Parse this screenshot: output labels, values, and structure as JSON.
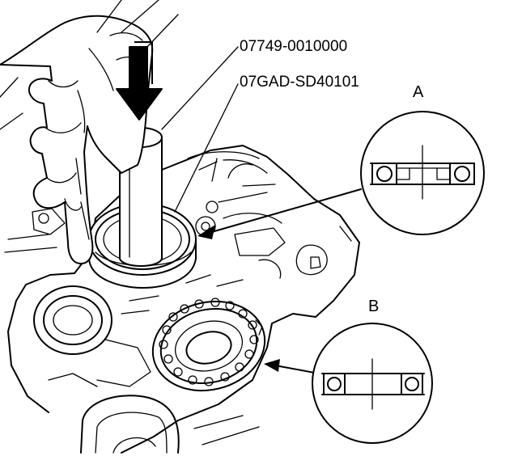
{
  "labels": {
    "part_number_1": "07749-0010000",
    "part_number_2": "07GAD-SD40101",
    "detail_a": "A",
    "detail_b": "B"
  },
  "colors": {
    "ink": "#000000",
    "paper": "#ffffff"
  }
}
